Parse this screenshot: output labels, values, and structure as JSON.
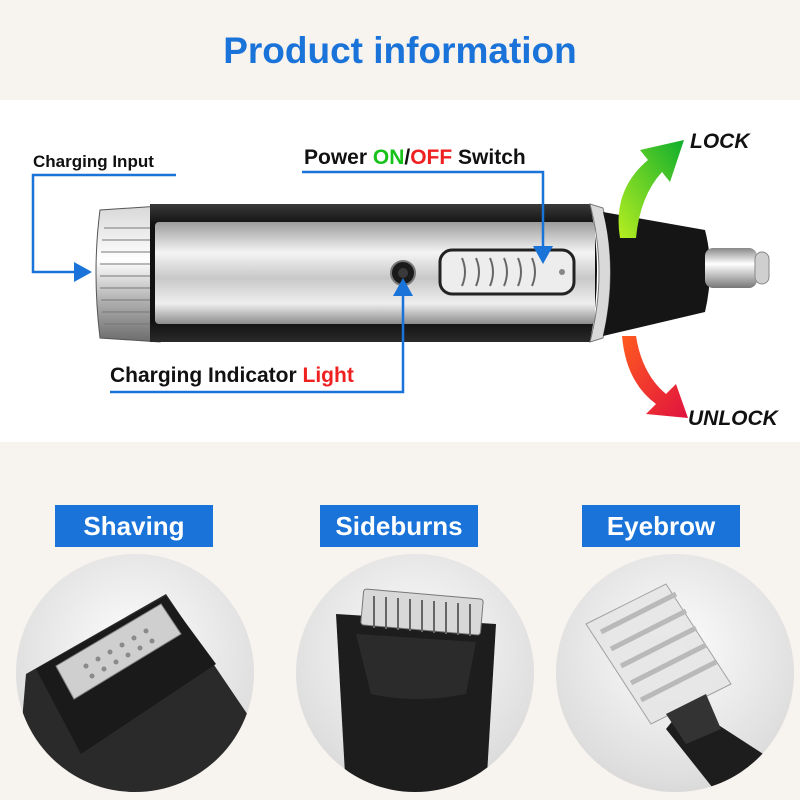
{
  "title": "Product information",
  "callouts": {
    "charging_input": "Charging Input",
    "power_switch": {
      "prefix": "Power ",
      "on": "ON",
      "sep": "/",
      "off": "OFF",
      "suffix": " Switch"
    },
    "indicator": {
      "prefix": "Charging Indicator ",
      "highlight": "Light"
    },
    "lock": "LOCK",
    "unlock": "UNLOCK"
  },
  "attachments": [
    {
      "label": "Shaving"
    },
    {
      "label": "Sideburns"
    },
    {
      "label": "Eyebrow"
    }
  ],
  "colors": {
    "accent_blue": "#1a73d9",
    "on_green": "#17c21a",
    "off_red": "#ef2020",
    "lock_arrow": "#3fd12a",
    "unlock_arrow": "#f0304a"
  }
}
